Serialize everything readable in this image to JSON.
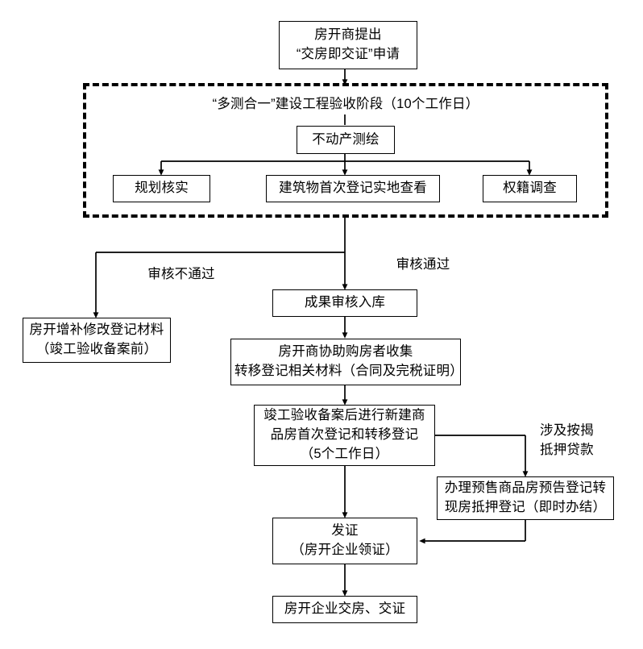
{
  "diagram": {
    "title_region": {
      "label": "“多测合一”建设工程验收阶段（10个工作日）"
    },
    "nodes": {
      "apply": {
        "label": "房开商提出\n“交房即交证”申请"
      },
      "survey": {
        "label": "不动产测绘"
      },
      "planning_check": {
        "label": "规划核实"
      },
      "building_first_reg": {
        "label": "建筑物首次登记实地查看"
      },
      "title_survey": {
        "label": "权籍调查"
      },
      "result_review": {
        "label": "成果审核入库"
      },
      "amend_materials": {
        "label": "房开增补修改登记材料\n（竣工验收备案前）"
      },
      "collect_materials": {
        "label": "房开商协助购房者收集\n转移登记相关材料（合同及完税证明）"
      },
      "first_and_transfer_reg": {
        "label": "竣工验收备案后进行新建商\n品房首次登记和转移登记\n（5个工作日）"
      },
      "mortgage_conversion": {
        "label": "办理预售商品房预告登记转\n现房抵押登记（即时办结）"
      },
      "issue_cert": {
        "label": "发证\n（房开企业领证）"
      },
      "handover": {
        "label": "房开企业交房、交证"
      }
    },
    "edge_labels": {
      "review_failed": "审核不通过",
      "review_passed": "审核通过",
      "mortgage_loan": "涉及按揭\n抵押贷款"
    },
    "colors": {
      "stroke": "#000000",
      "fill": "#ffffff",
      "text": "#000000"
    }
  }
}
